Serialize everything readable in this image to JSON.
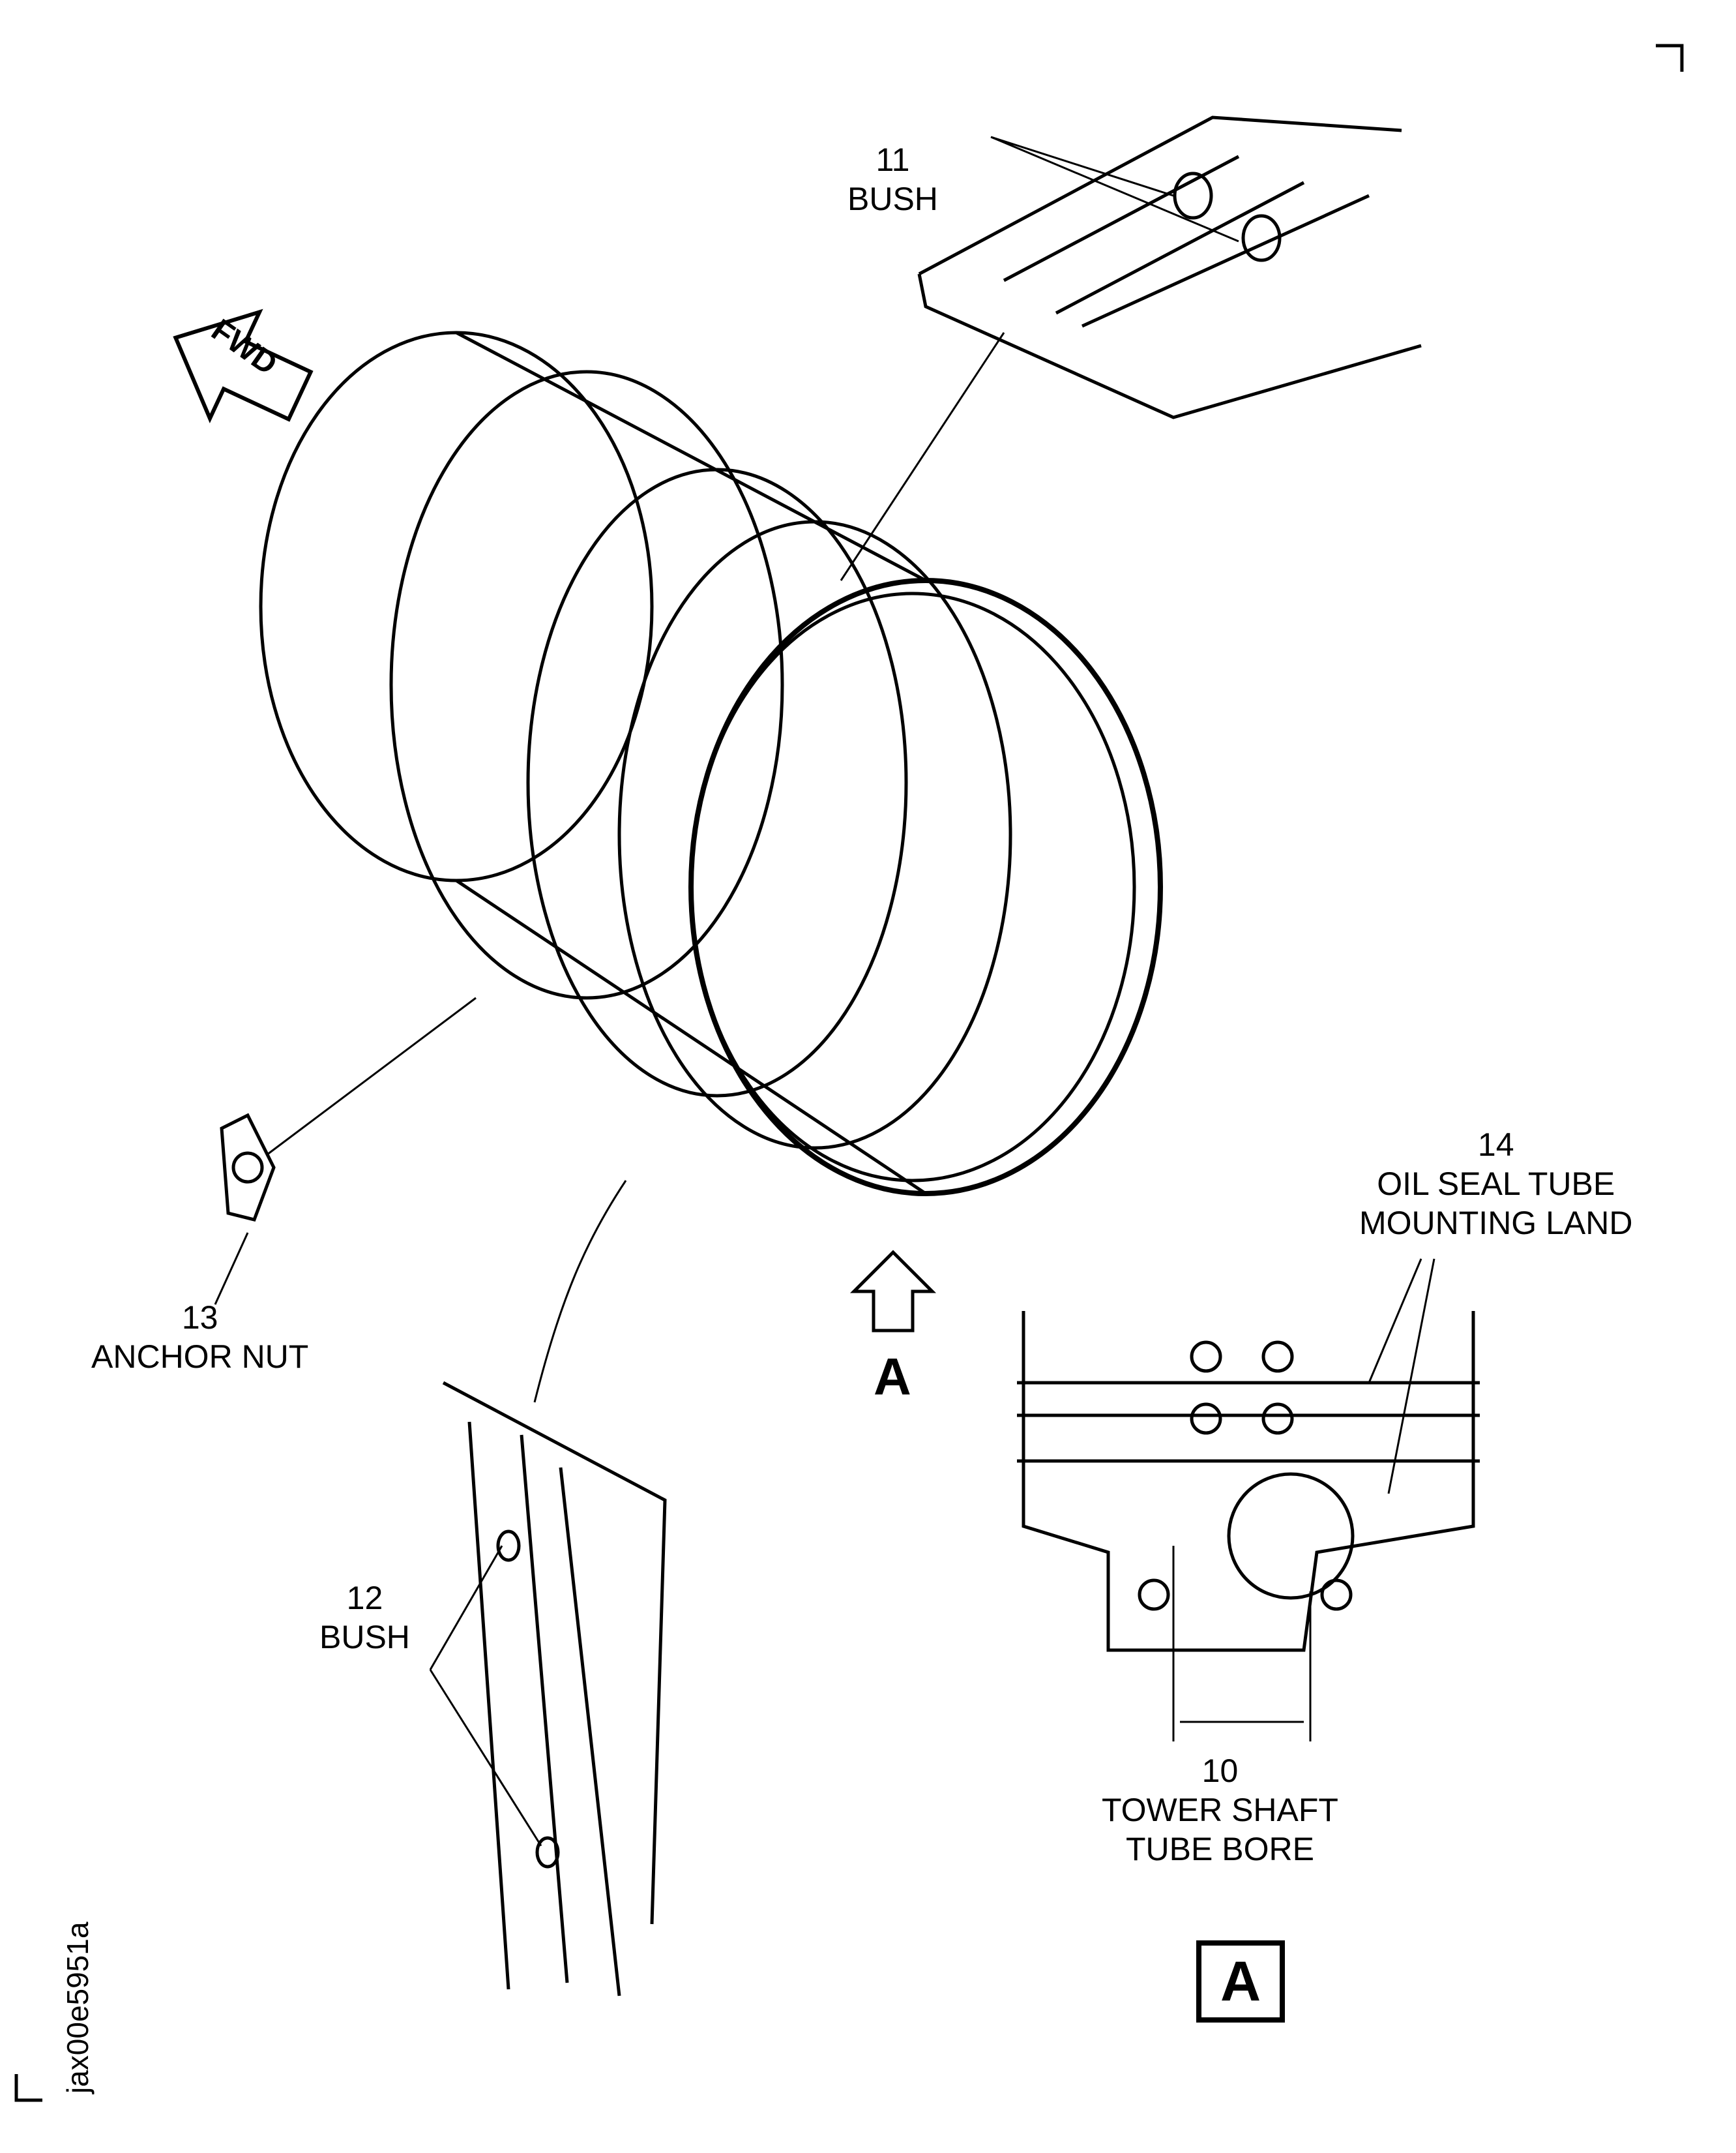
{
  "drawing_id": "jax00e5951a",
  "direction_arrow": "FWD",
  "view_marker": "A",
  "view_box_label": "A",
  "callouts": [
    {
      "number": "11",
      "name": "BUSH"
    },
    {
      "number": "12",
      "name": "BUSH"
    },
    {
      "number": "13",
      "name": "ANCHOR NUT"
    },
    {
      "number": "14",
      "name": "OIL SEAL TUBE",
      "name2": "MOUNTING LAND"
    },
    {
      "number": "10",
      "name": "TOWER SHAFT",
      "name2": "TUBE BORE"
    }
  ]
}
